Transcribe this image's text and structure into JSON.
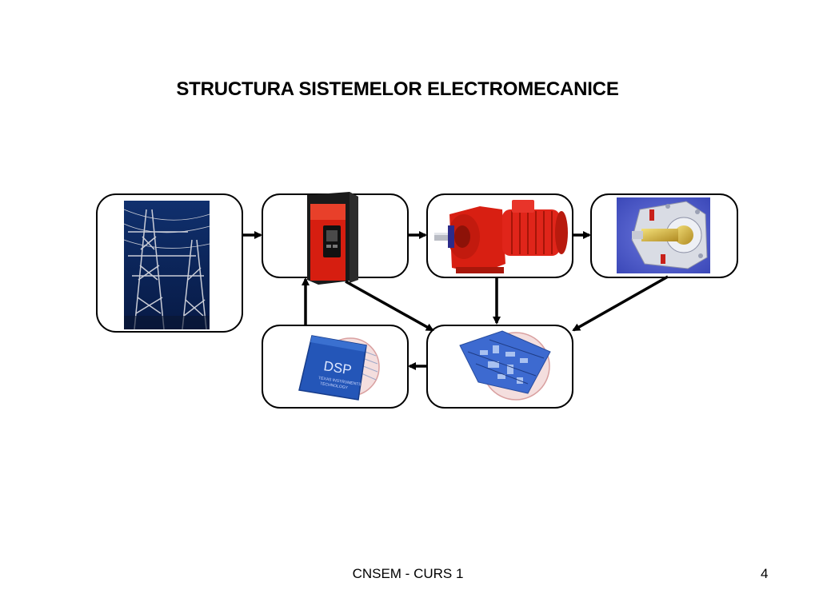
{
  "slide": {
    "title": "STRUCTURA SISTEMELOR ELECTROMECANICE",
    "footer": "CNSEM - CURS 1",
    "page_number": "4"
  },
  "blocks": [
    {
      "id": "power-grid",
      "picture": "transmission-tower-photo"
    },
    {
      "id": "converter",
      "picture": "red-power-converter-cabinet"
    },
    {
      "id": "motor",
      "picture": "red-geared-motor"
    },
    {
      "id": "load",
      "picture": "blue-mechanical-coupling"
    },
    {
      "id": "dsp-control",
      "picture": "dsp-chip",
      "chip_text": [
        "DSP",
        "TEXAS INSTRUMENTS",
        "TECHNOLOGY"
      ]
    },
    {
      "id": "measurement",
      "picture": "circuit-board"
    }
  ],
  "colors": {
    "border": "#000000",
    "tower_sky": "#0d2a6e",
    "device_red": "#d81f12",
    "load_blue": "#4a58c8",
    "chip_blue": "#2456b8"
  }
}
